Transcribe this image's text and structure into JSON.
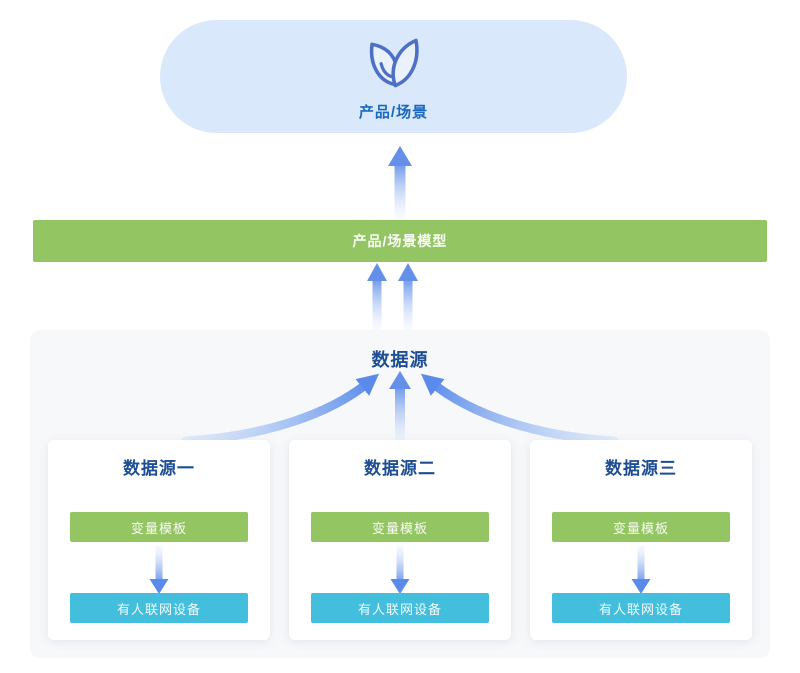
{
  "top_node": {
    "label": "产品/场景",
    "icon": "leaf-icon"
  },
  "model_bar": {
    "label": "产品/场景模型"
  },
  "datasource_group": {
    "title": "数据源",
    "cards": [
      {
        "title": "数据源一",
        "template_label": "变量模板",
        "device_label": "有人联网设备"
      },
      {
        "title": "数据源二",
        "template_label": "变量模板",
        "device_label": "有人联网设备"
      },
      {
        "title": "数据源三",
        "template_label": "变量模板",
        "device_label": "有人联网设备"
      }
    ]
  },
  "colors": {
    "capsule_bg": "#d9e8fb",
    "capsule_text": "#1a68c0",
    "title_navy": "#1d4e94",
    "green": "#94c563",
    "cyan": "#44bedd",
    "arrow_blue": "#5b8bea",
    "group_bg": "#f7f8fa"
  }
}
